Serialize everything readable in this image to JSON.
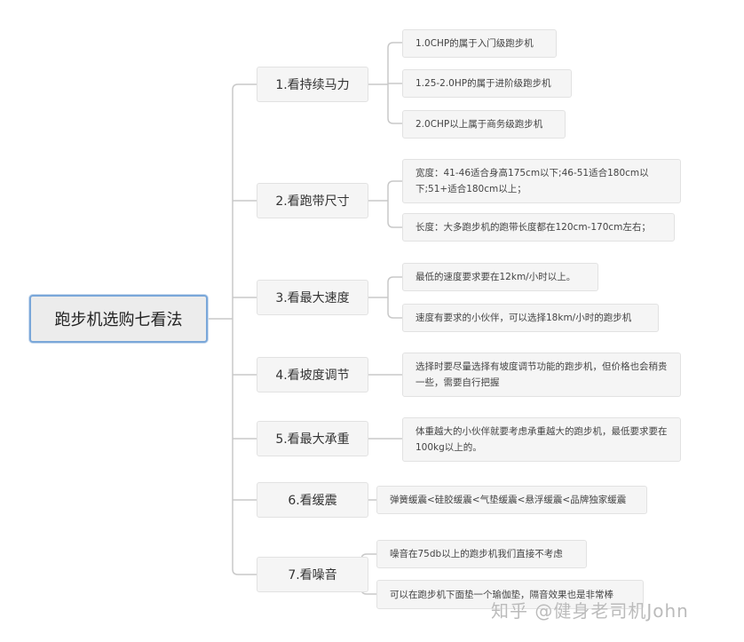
{
  "root": "跑步机选购七看法",
  "branches": [
    {
      "label": "1.看持续马力",
      "leaves": [
        "1.0CHP的属于入门级跑步机",
        "1.25-2.0HP的属于进阶级跑步机",
        "2.0CHP以上属于商务级跑步机"
      ]
    },
    {
      "label": "2.看跑带尺寸",
      "leaves": [
        "宽度：41-46适合身高175cm以下;46-51适合180cm以下;51+适合180cm以上；",
        "长度：大多跑步机的跑带长度都在120cm-170cm左右；"
      ]
    },
    {
      "label": "3.看最大速度",
      "leaves": [
        "最低的速度要求要在12km/小时以上。",
        "速度有要求的小伙伴，可以选择18km/小时的跑步机"
      ]
    },
    {
      "label": "4.看坡度调节",
      "leaves": [
        "选择时要尽量选择有坡度调节功能的跑步机，但价格也会稍贵一些，需要自行把握"
      ]
    },
    {
      "label": "5.看最大承重",
      "leaves": [
        "体重越大的小伙伴就要考虑承重越大的跑步机，最低要求要在100kg以上的。"
      ]
    },
    {
      "label": "6.看缓震",
      "leaves": [
        "弹簧缓震<硅胶缓震<气垫缓震<悬浮缓震<品牌独家缓震"
      ]
    },
    {
      "label": "7.看噪音",
      "leaves": [
        "噪音在75db以上的跑步机我们直接不考虑",
        "可以在跑步机下面垫一个瑜伽垫，隔音效果也是非常棒"
      ]
    }
  ],
  "watermark": "知乎 @健身老司机John"
}
